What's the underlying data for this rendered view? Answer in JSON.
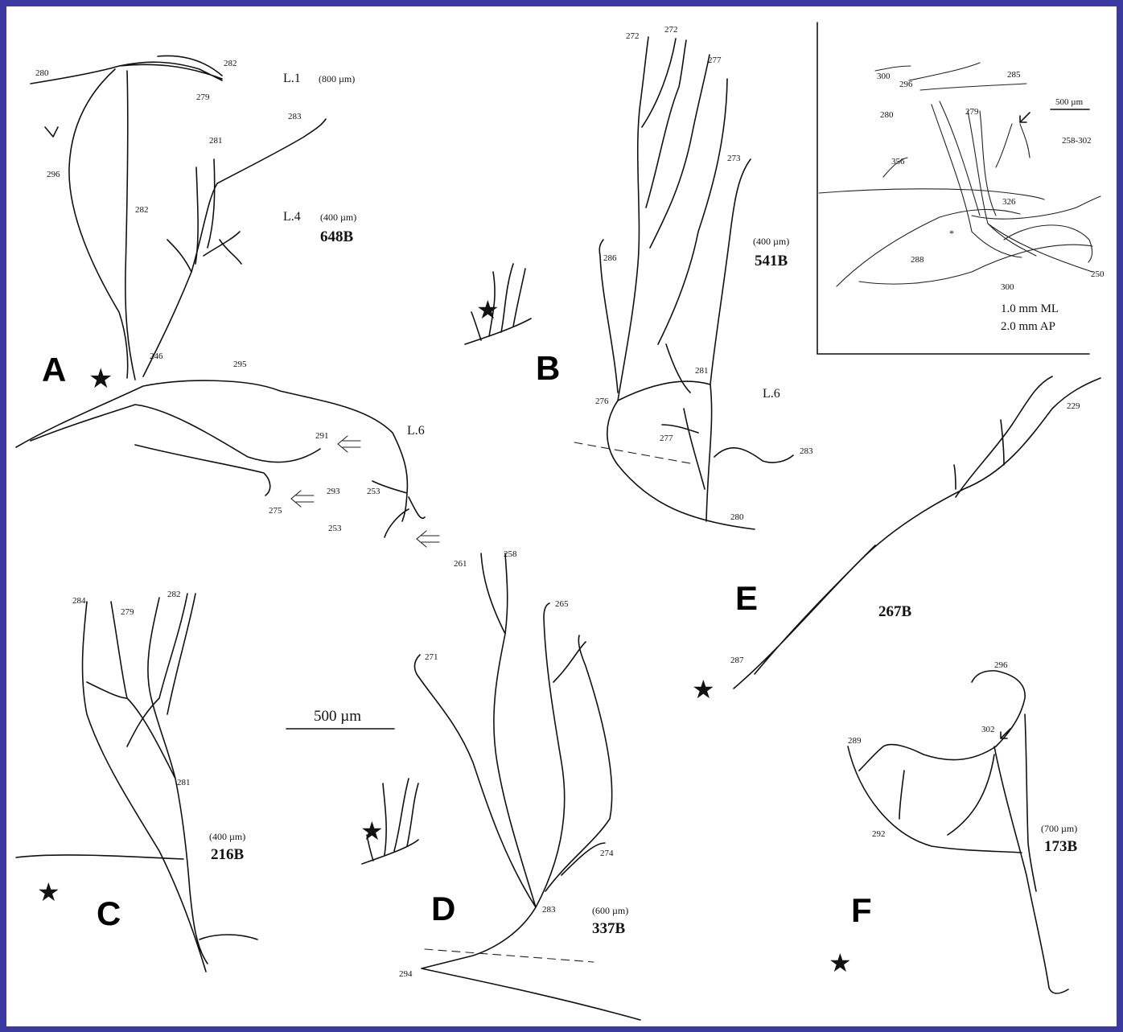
{
  "panels": {
    "A": {
      "letter": "A",
      "cell_id": "648B",
      "layers": {
        "l1": "L.1",
        "l1_depth": "(800 µm)",
        "l4": "L.4",
        "l4_depth": "(400 µm)",
        "l6": "L.6"
      },
      "labels": [
        "280",
        "282",
        "279",
        "283",
        "281",
        "296",
        "282",
        "246",
        "295",
        "291",
        "293",
        "253",
        "275",
        "253"
      ]
    },
    "B": {
      "letter": "B",
      "cell_id": "541B",
      "depth": "(400 µm)",
      "layer": "L.6",
      "labels": [
        "272",
        "272",
        "277",
        "273",
        "286",
        "276",
        "281",
        "277",
        "283",
        "280"
      ]
    },
    "inset": {
      "labels": [
        "300",
        "296",
        "285",
        "280",
        "279",
        "356",
        "326",
        "288",
        "300",
        "250"
      ],
      "scale": "500 µm",
      "range": "258-302",
      "ml": "1.0 mm ML",
      "ap": "2.0 mm AP"
    },
    "C": {
      "letter": "C",
      "cell_id": "216B",
      "depth": "(400 µm)",
      "labels": [
        "284",
        "279",
        "282",
        "281"
      ]
    },
    "D": {
      "letter": "D",
      "cell_id": "337B",
      "depth": "(600 µm)",
      "labels": [
        "261",
        "258",
        "265",
        "271",
        "274",
        "283",
        "294"
      ]
    },
    "E": {
      "letter": "E",
      "cell_id": "267B",
      "labels": [
        "229",
        "287"
      ]
    },
    "F": {
      "letter": "F",
      "cell_id": "173B",
      "depth": "(700 µm)",
      "labels": [
        "296",
        "302",
        "289",
        "292"
      ]
    }
  },
  "scale_bar": "500 µm"
}
